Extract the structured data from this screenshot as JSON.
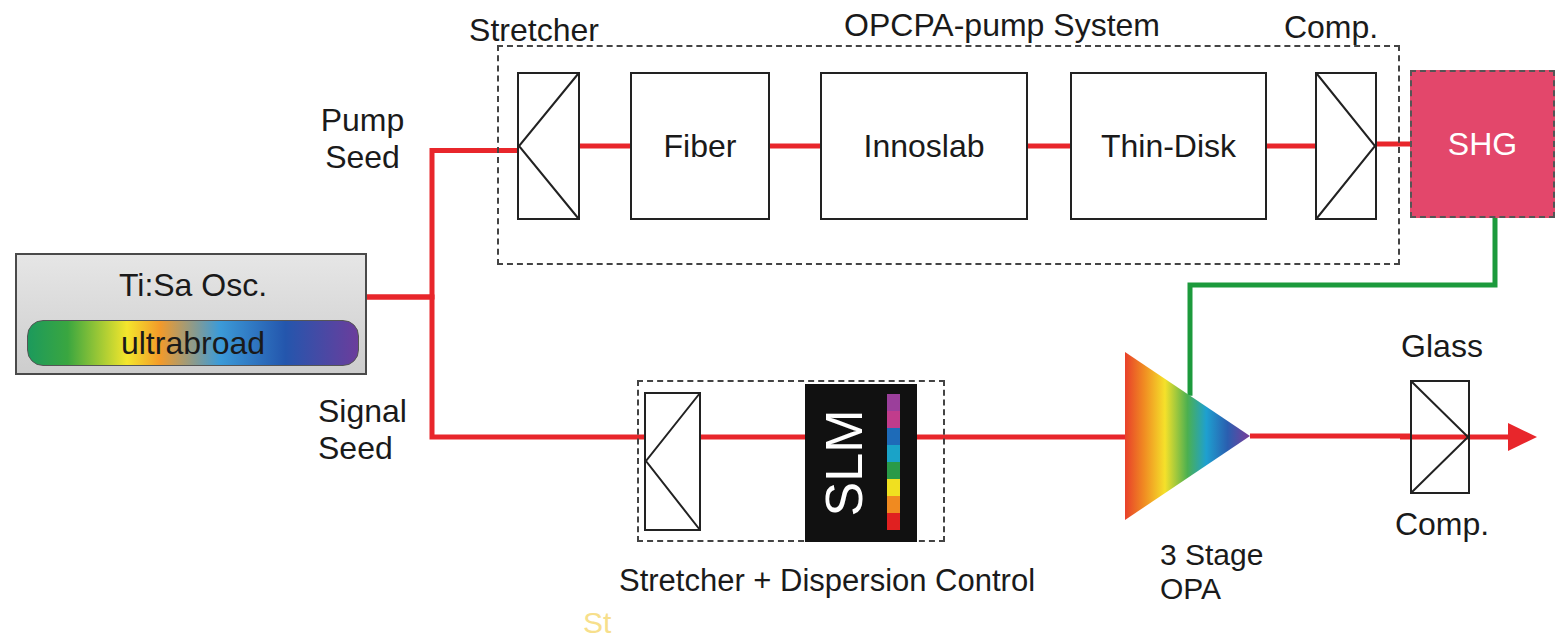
{
  "diagram": {
    "nodes": [
      {
        "text": [
          "Ti:Sa Osc."
        ]
      },
      {
        "text": [
          "ultrabroad"
        ],
        "in": 0
      },
      {
        "text": [
          "OPCPA-pump System"
        ]
      },
      {
        "text": [
          "Stretcher"
        ],
        "in": 2
      },
      {
        "text": [
          "Fiber"
        ],
        "in": 2
      },
      {
        "text": [
          "Innoslab"
        ],
        "in": 2
      },
      {
        "text": [
          "Thin-Disk"
        ],
        "in": 2
      },
      {
        "text": [
          "Comp."
        ],
        "in": 2
      },
      {
        "text": [
          "SHG"
        ]
      },
      {
        "text": [
          "Stretcher + Dispersion Control"
        ]
      },
      {
        "text": [
          "SLM"
        ],
        "in": 9
      },
      {
        "text": [
          "3 Stage OPA"
        ]
      },
      {
        "text": [
          "Glass",
          "Comp."
        ]
      }
    ],
    "edges": [
      {
        "from": 0,
        "to": 3,
        "arrow": "none"
      },
      {
        "from": 0,
        "to": 9,
        "arrow": "none"
      },
      {
        "from": 3,
        "to": 4,
        "arrow": "none"
      },
      {
        "from": 4,
        "to": 5,
        "arrow": "none"
      },
      {
        "from": 5,
        "to": 6,
        "arrow": "none"
      },
      {
        "from": 6,
        "to": 7,
        "arrow": "none"
      },
      {
        "from": 7,
        "to": 8,
        "arrow": "none"
      },
      {
        "from": 8,
        "to": 11,
        "arrow": "none"
      },
      {
        "from": 9,
        "to": 11,
        "arrow": "none"
      },
      {
        "from": 11,
        "to": 12,
        "arrow": "none"
      }
    ],
    "labels": [
      "Pump Seed",
      "Signal Seed",
      "St"
    ]
  }
}
